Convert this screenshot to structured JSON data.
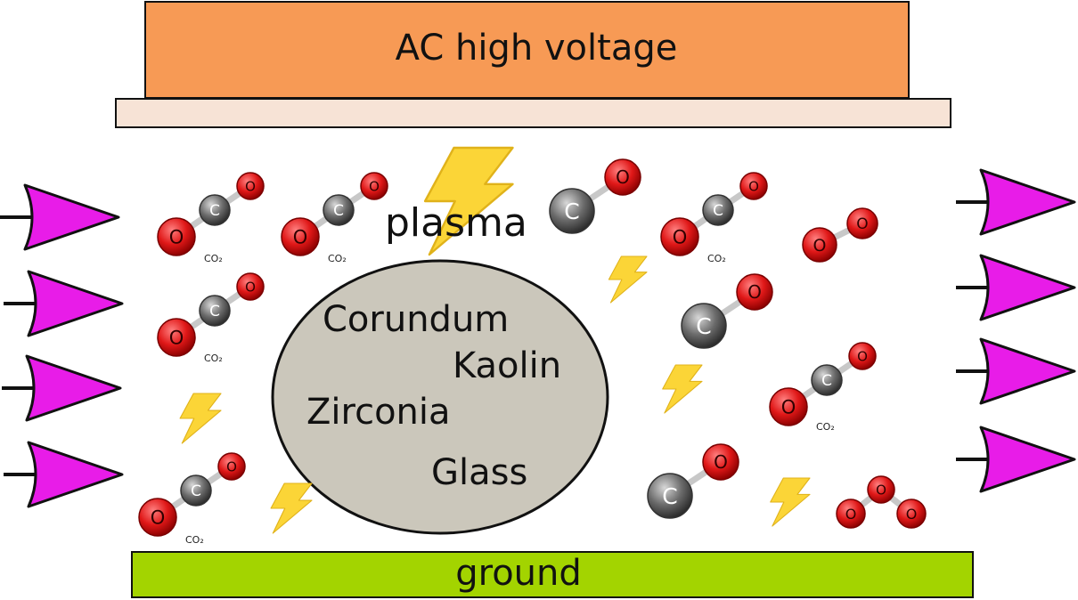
{
  "labels": {
    "electrode_top": "AC high voltage",
    "electrode_bottom": "ground",
    "plasma": "plasma",
    "materials": [
      "Corundum",
      "Kaolin",
      "Zirconia",
      "Glass"
    ]
  },
  "molecules": {
    "carbon_symbol": "C",
    "oxygen_symbol": "O",
    "co2_label": "CO₂"
  },
  "colors": {
    "electrode_top": "#f79a55",
    "dielectric": "#f7e3d6",
    "ground": "#a3d400",
    "packing": "#cbc7bb",
    "arrow": "#e81ce8",
    "lightning": "#fbd537",
    "oxygen": "#e01818",
    "carbon": "#6b6b6b"
  },
  "icons": [
    "inflow-arrow-icon",
    "outflow-arrow-icon",
    "lightning-bolt-icon",
    "co2-molecule-icon",
    "co-molecule-icon",
    "o2-molecule-icon",
    "o3-molecule-icon"
  ]
}
